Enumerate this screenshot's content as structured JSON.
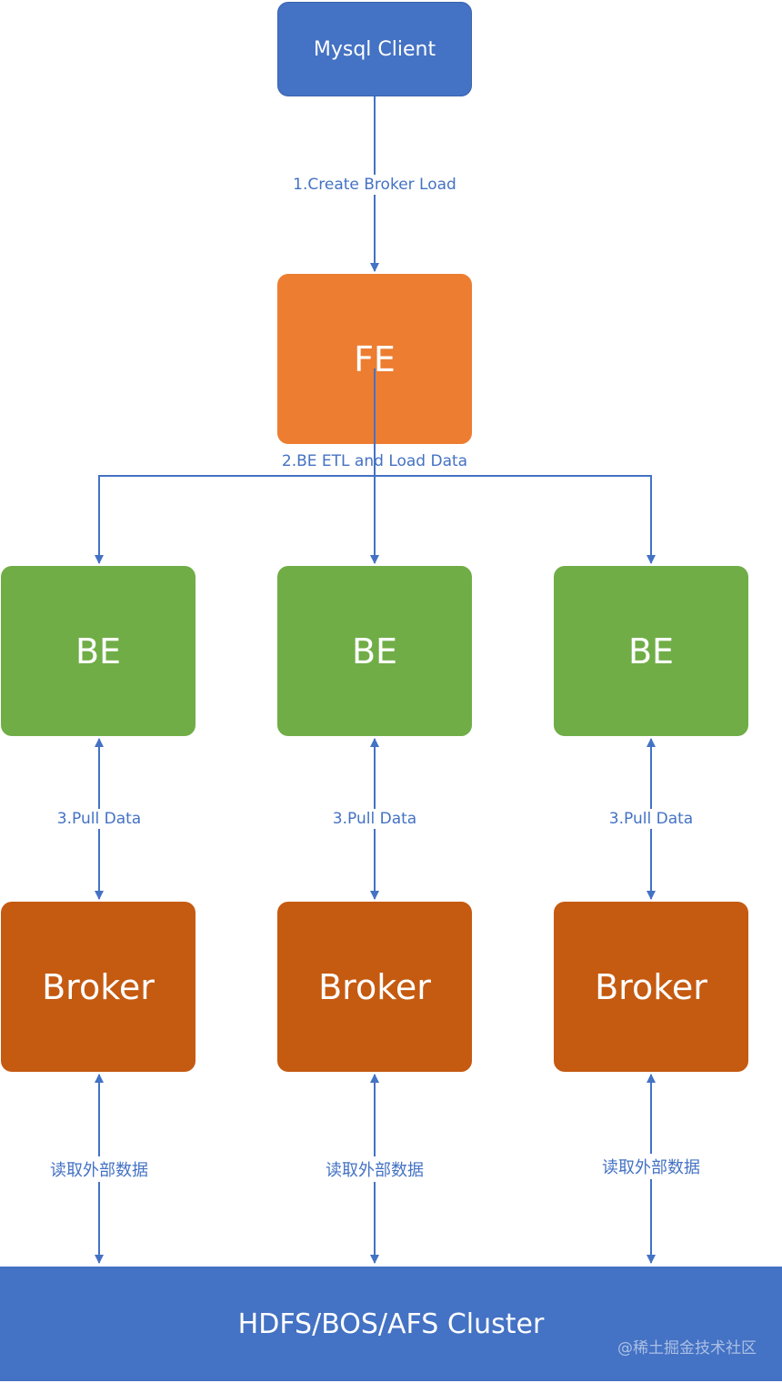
{
  "nodes": {
    "client": "Mysql Client",
    "fe": "FE",
    "be": [
      "BE",
      "BE",
      "BE"
    ],
    "broker": [
      "Broker",
      "Broker",
      "Broker"
    ],
    "cluster": "HDFS/BOS/AFS Cluster"
  },
  "edges": {
    "create_load": "1.Create Broker Load",
    "etl_load": "2.BE ETL and Load Data",
    "pull_data": [
      "3.Pull Data",
      "3.Pull Data",
      "3.Pull Data"
    ],
    "read_external": [
      "读取外部数据",
      "读取外部数据",
      "读取外部数据"
    ]
  },
  "watermark": "@稀土掘金技术社区",
  "colors": {
    "client": "#4472c4",
    "fe": "#ed7d31",
    "be": "#70ad47",
    "broker": "#c55a11",
    "cluster": "#4472c4",
    "edge": "#4472c4"
  }
}
